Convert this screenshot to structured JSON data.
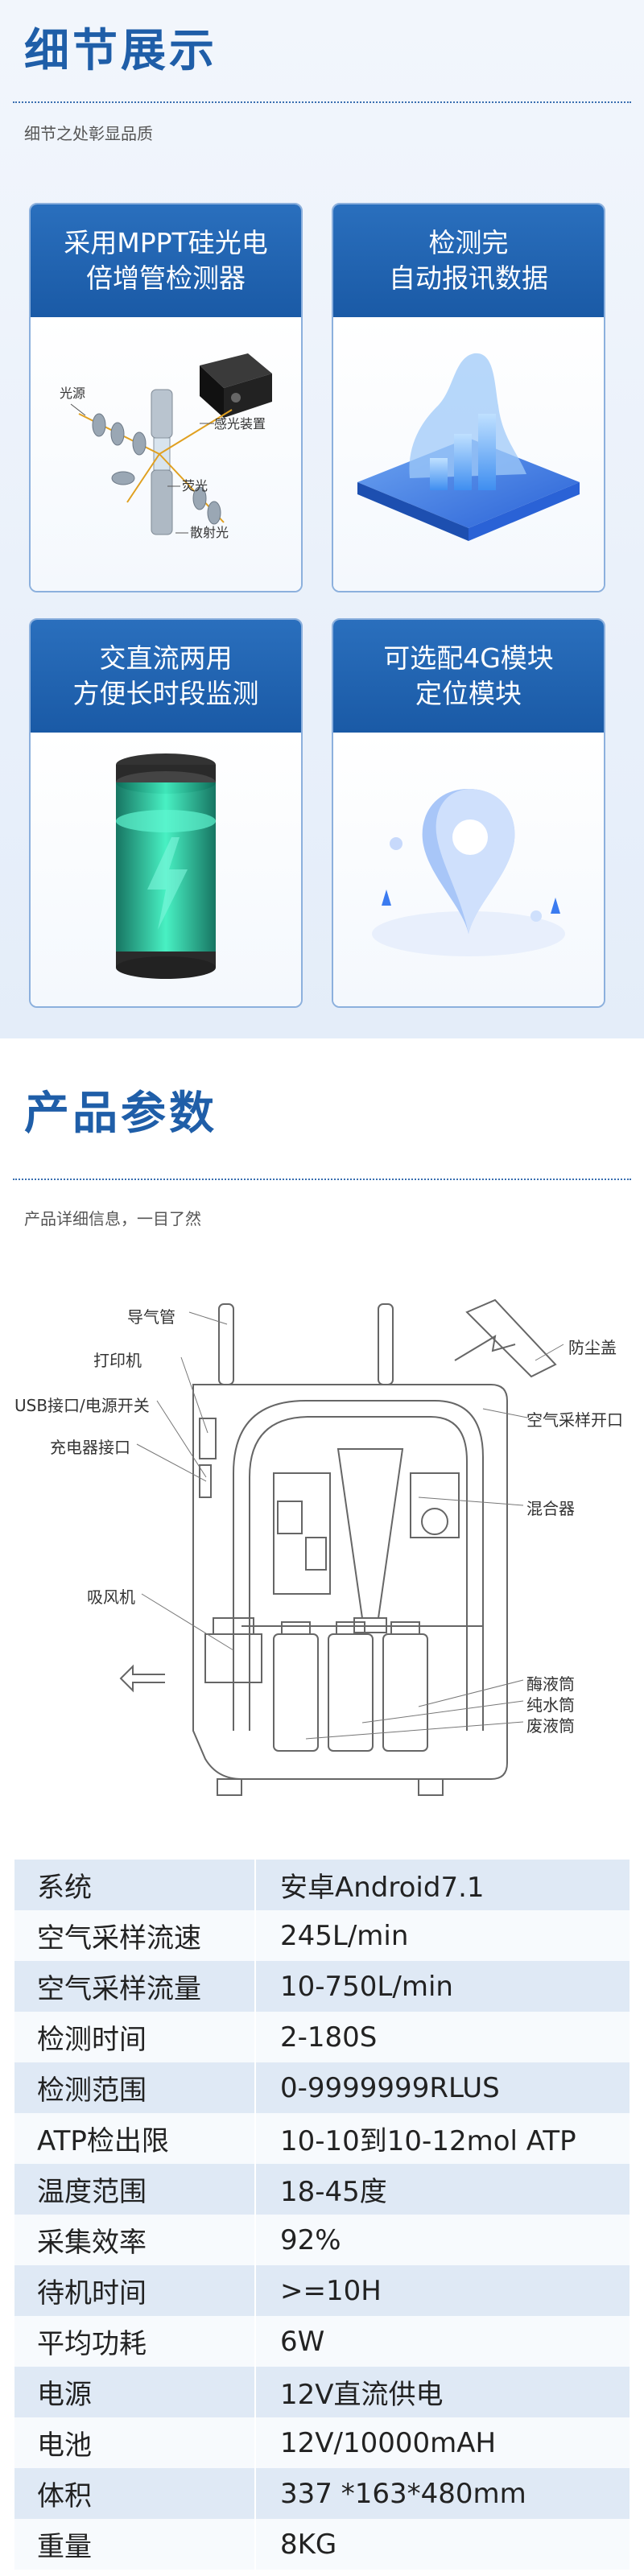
{
  "detail": {
    "title": "细节展示",
    "subtitle": "细节之处彰显品质",
    "cards": [
      {
        "line1": "采用MPPT硅光电",
        "line2": "倍增管检测器"
      },
      {
        "line1": "检测完",
        "line2": "自动报讯数据"
      },
      {
        "line1": "交直流两用",
        "line2": "方便长时段监测"
      },
      {
        "line1": "可选配4G模块",
        "line2": "定位模块"
      }
    ],
    "optics_labels": {
      "source": "光源",
      "sensor": "感光装置",
      "fluor": "荧光",
      "scatter": "散射光"
    }
  },
  "params": {
    "title": "产品参数",
    "subtitle": "产品详细信息，一目了然",
    "diagram_labels": {
      "guide": "导气管",
      "printer": "打印机",
      "usb": "USB接口/电源开关",
      "charger": "充电器接口",
      "fan": "吸风机",
      "dustcover": "防尘盖",
      "air_inlet": "空气采样开口",
      "mixer": "混合器",
      "enzyme": "酶液筒",
      "water": "纯水筒",
      "waste": "废液筒"
    },
    "specs": [
      {
        "k": "系统",
        "v": "安卓Android7.1"
      },
      {
        "k": "空气采样流速",
        "v": "245L/min"
      },
      {
        "k": "空气采样流量",
        "v": "10-750L/min"
      },
      {
        "k": "检测时间",
        "v": "2-180S"
      },
      {
        "k": "检测范围",
        "v": "0-9999999RLUS"
      },
      {
        "k": "ATP检出限",
        "v": "10-10到10-12mol ATP"
      },
      {
        "k": "温度范围",
        "v": "18-45度"
      },
      {
        "k": "采集效率",
        "v": "92%"
      },
      {
        "k": "待机时间",
        "v": ">=10H"
      },
      {
        "k": "平均功耗",
        "v": "6W"
      },
      {
        "k": "电源",
        "v": "12V直流供电"
      },
      {
        "k": "电池",
        "v": "12V/10000mAH"
      },
      {
        "k": "体积",
        "v": "337 *163*480mm"
      },
      {
        "k": "重量",
        "v": "8KG"
      }
    ]
  }
}
